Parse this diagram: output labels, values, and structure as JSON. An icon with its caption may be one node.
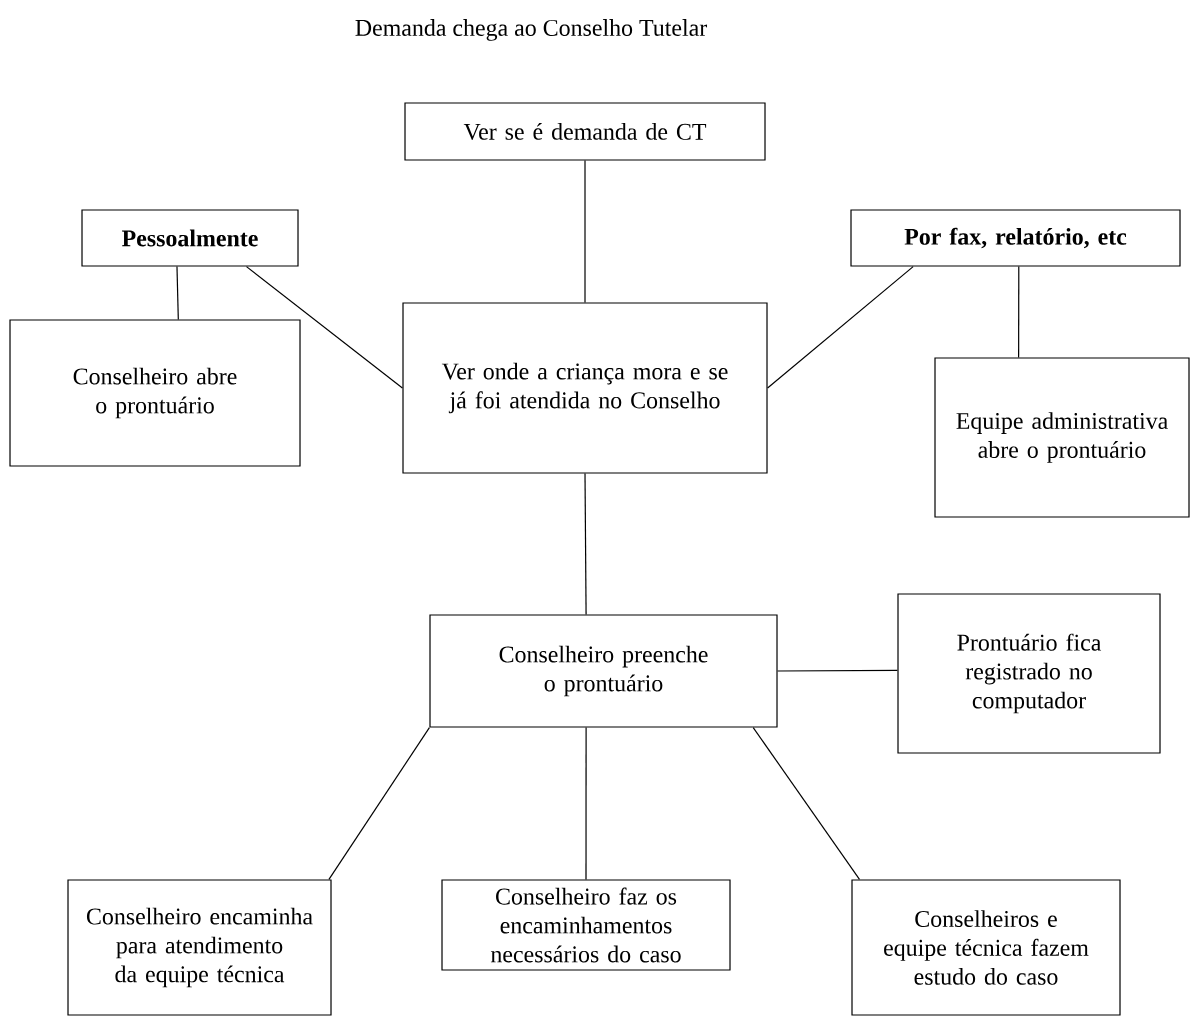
{
  "diagram": {
    "title": "Demanda chega ao Conselho Tutelar",
    "nodes": [
      {
        "text": [
          "Ver se é demanda de CT"
        ]
      },
      {
        "text": [
          "Pessoalmente"
        ]
      },
      {
        "text": [
          "Por fax, relatório, etc"
        ]
      },
      {
        "text": [
          "Conselheiro abre o prontuário"
        ]
      },
      {
        "text": [
          "Ver onde a criança mora e se já foi atendida no Conselho"
        ]
      },
      {
        "text": [
          "Equipe administrativa abre o prontuário"
        ]
      },
      {
        "text": [
          "Conselheiro preenche o prontuário"
        ]
      },
      {
        "text": [
          "Prontuário fica registrado no computador"
        ]
      },
      {
        "text": [
          "Conselheiro encaminha para atendimento da equipe técnica"
        ]
      },
      {
        "text": [
          "Conselheiro faz os encaminhamentos necessários do caso"
        ]
      },
      {
        "text": [
          "Conselheiros e equipe técnica fazem estudo do caso"
        ]
      }
    ],
    "edges": [
      {
        "from": 0,
        "to": 4,
        "arrow": "none"
      },
      {
        "from": 1,
        "to": 3,
        "arrow": "none"
      },
      {
        "from": 1,
        "to": 4,
        "arrow": "none"
      },
      {
        "from": 2,
        "to": 4,
        "arrow": "none"
      },
      {
        "from": 2,
        "to": 5,
        "arrow": "none"
      },
      {
        "from": 4,
        "to": 6,
        "arrow": "none"
      },
      {
        "from": 6,
        "to": 7,
        "arrow": "none"
      },
      {
        "from": 6,
        "to": 8,
        "arrow": "none"
      },
      {
        "from": 6,
        "to": 9,
        "arrow": "none"
      },
      {
        "from": 6,
        "to": 10,
        "arrow": "none"
      }
    ]
  }
}
